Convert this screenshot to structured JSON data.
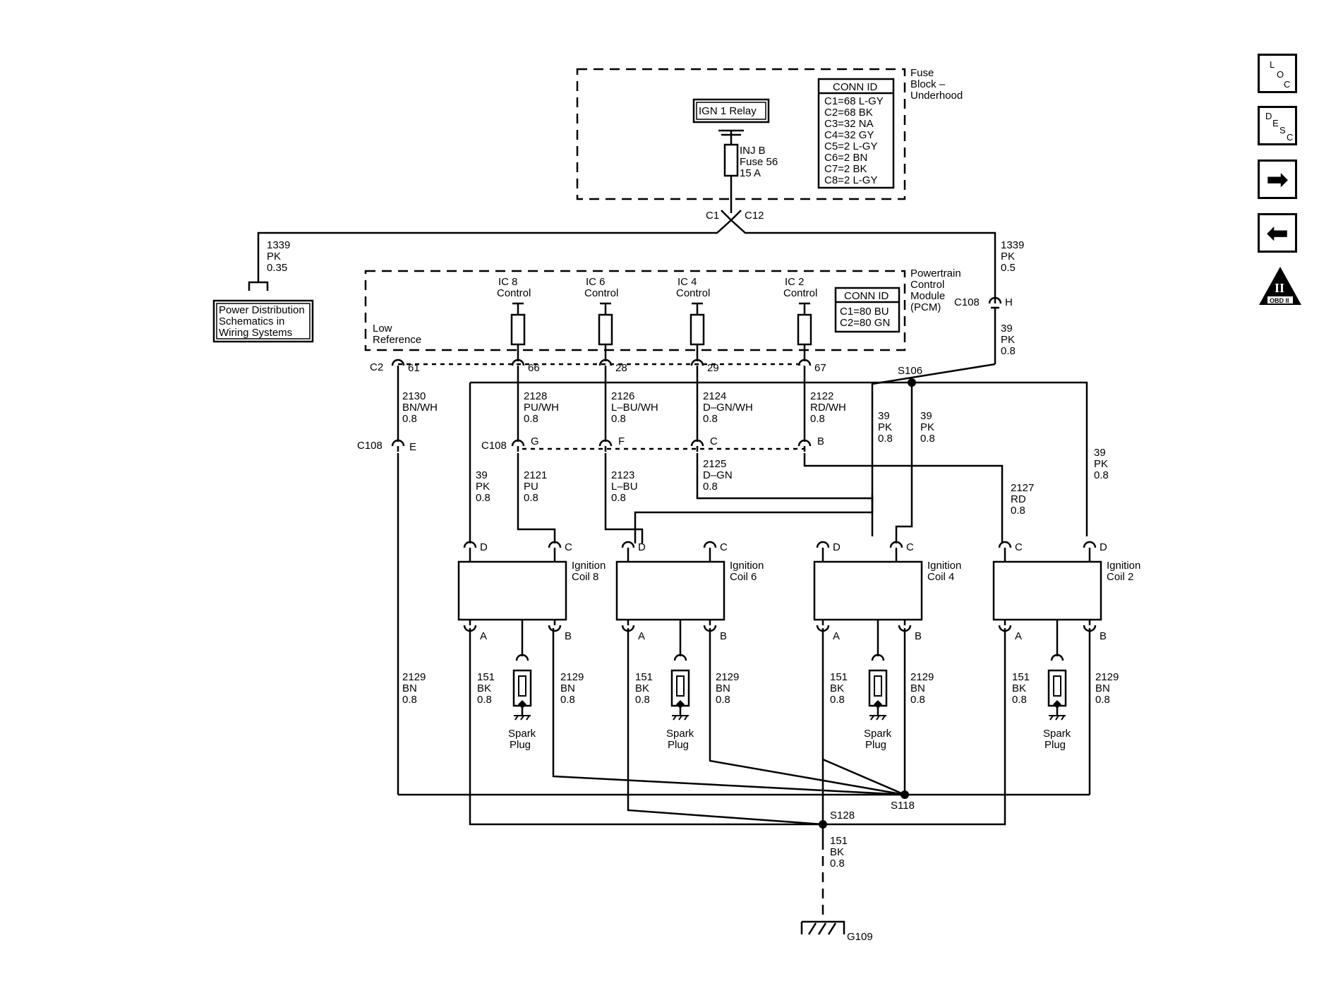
{
  "fuse_block": {
    "relay": "IGN 1 Relay",
    "fuse": [
      "INJ B",
      "Fuse 56",
      "15 A"
    ],
    "name": [
      "Fuse",
      "Block –",
      "Underhood"
    ],
    "conn_title": "CONN ID",
    "conn": [
      "C1=68 L-GY",
      "C2=68 BK",
      "C3=32 NA",
      "C4=32 GY",
      "C5=2 L-GY",
      "C6=2 BN",
      "C7=2 BK",
      "C8=2 L-GY"
    ],
    "c1": "C1",
    "c12": "C12"
  },
  "pcm": {
    "name": [
      "Powertrain",
      "Control",
      "Module",
      "(PCM)"
    ],
    "conn_title": "CONN ID",
    "conn": [
      "C1=80 BU",
      "C2=80 GN"
    ],
    "low_ref": [
      "Low",
      "Reference"
    ],
    "c2": "C2",
    "pins": [
      "61",
      "66",
      "28",
      "29",
      "67"
    ],
    "controls": [
      [
        "IC 8",
        "Control"
      ],
      [
        "IC 6",
        "Control"
      ],
      [
        "IC 4",
        "Control"
      ],
      [
        "IC 2",
        "Control"
      ]
    ]
  },
  "power_dist": [
    "Power Distribution",
    "Schematics in",
    "Wiring  Systems"
  ],
  "c108": {
    "label": "C108",
    "pin_h": "H",
    "pin_e": "E",
    "pins_row": [
      "G",
      "F",
      "C",
      "B"
    ]
  },
  "wires": {
    "w1339_left": [
      "1339",
      "PK",
      "0.35"
    ],
    "w1339_right": [
      "1339",
      "PK",
      "0.5"
    ],
    "w39_top": [
      "39",
      "PK",
      "0.8"
    ],
    "w2130": [
      "2130",
      "BN/WH",
      "0.8"
    ],
    "w2128": [
      "2128",
      "PU/WH",
      "0.8"
    ],
    "w2126": [
      "2126",
      "L–BU/WH",
      "0.8"
    ],
    "w2124": [
      "2124",
      "D–GN/WH",
      "0.8"
    ],
    "w2122": [
      "2122",
      "RD/WH",
      "0.8"
    ],
    "w39_a": [
      "39",
      "PK",
      "0.8"
    ],
    "w39_b": [
      "39",
      "PK",
      "0.8"
    ],
    "w39_c": [
      "39",
      "PK",
      "0.8"
    ],
    "w39_d": [
      "39",
      "PK",
      "0.8"
    ],
    "w2121": [
      "2121",
      "PU",
      "0.8"
    ],
    "w2123": [
      "2123",
      "L–BU",
      "0.8"
    ],
    "w2125": [
      "2125",
      "D–GN",
      "0.8"
    ],
    "w2127": [
      "2127",
      "RD",
      "0.8"
    ],
    "w2129": [
      "2129",
      "BN",
      "0.8"
    ],
    "w151": [
      "151",
      "BK",
      "0.8"
    ]
  },
  "splices": {
    "s106": "S106",
    "s118": "S118",
    "s128": "S128"
  },
  "ground": "G109",
  "coils": [
    {
      "name": [
        "Ignition",
        "Coil 8"
      ]
    },
    {
      "name": [
        "Ignition",
        "Coil 6"
      ]
    },
    {
      "name": [
        "Ignition",
        "Coil 4"
      ]
    },
    {
      "name": [
        "Ignition",
        "Coil 2"
      ]
    }
  ],
  "coil_pins": {
    "a": "A",
    "b": "B",
    "c": "C",
    "d": "D"
  },
  "spark_plug": [
    "Spark",
    "Plug"
  ],
  "side_buttons": {
    "loc": [
      "L",
      "O",
      "C"
    ],
    "desc": [
      "D",
      "E",
      "S",
      "C"
    ],
    "forward": "➡",
    "back": "⬅",
    "obd_numeral": "II",
    "obd_label": "OBD II"
  }
}
